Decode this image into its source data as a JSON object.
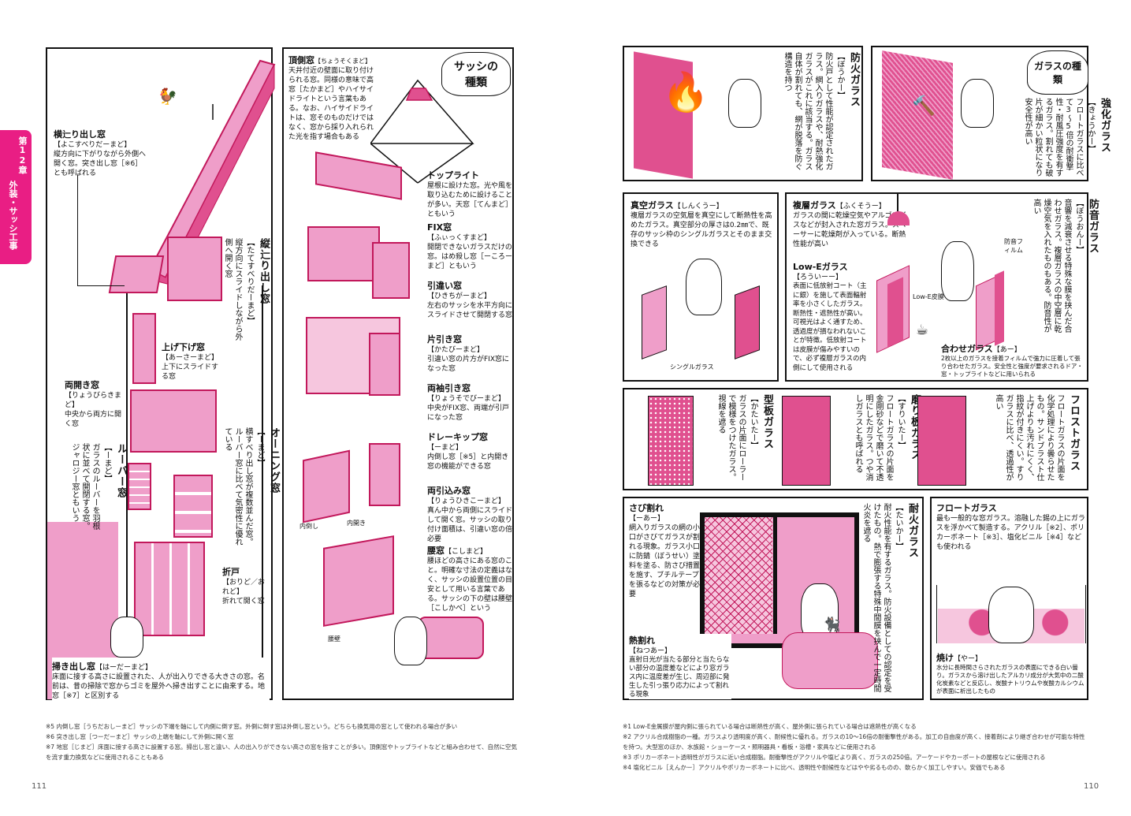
{
  "side_tab": {
    "chapter_no": "第12章",
    "chapter_title": "外装・サッシ工事"
  },
  "left_panel1": {
    "yokosuberi": {
      "title": "横辷り出し窓",
      "reading": "【よこすべりだーまど】",
      "desc": "縦方向に下がりながら外側へ開く窓。突き出し窓［※6］とも呼ばれる"
    },
    "tatesuberi": {
      "title": "縦辷り出し窓",
      "reading": "【たてすべりだーまど】",
      "desc": "縦方向にスライドしながら外側へ開く窓"
    },
    "agesage": {
      "title": "上げ下げ窓",
      "reading": "【あーさーまど】",
      "desc": "上下にスライドする窓"
    },
    "ryobiraki": {
      "title": "両開き窓",
      "reading": "【りょうびらきまど】",
      "desc": "中央から両方に開く窓"
    },
    "awning": {
      "title": "オーニング窓",
      "reading": "【ーまど】",
      "desc": "横すべり出し窓が複数並んだ窓。ルーバー窓に比べて気密性に優れている"
    },
    "louver": {
      "title": "ルーバー窓",
      "reading": "【ーまど】",
      "desc": "ガラスのルーバーを羽根状に並べて開閉する窓。ジャロジー窓ともいう"
    },
    "oredo": {
      "title": "折戸",
      "reading": "【おりど／おれど】",
      "desc": "折れて開く窓"
    },
    "hakidashi": {
      "title": "掃き出し窓",
      "reading": "【はーだーまど】",
      "desc": "床面に接する高さに設置された、人が出入りできる大きさの窓。名前は、昔の掃除で窓からゴミを屋外へ掃き出すことに由来する。地窓［※7］と区別する"
    }
  },
  "left_panel2": {
    "corner_label": "サッシの種類",
    "choso": {
      "title": "頂側窓",
      "reading": "【ちょうそくまど】",
      "desc": "天井付近の壁面に取り付けられる窓。同様の意味で高窓［たかまど］やハイサイドライトという言葉もある。なお、ハイサイドライトは、窓そのものだけではなく、窓から採り入れられた光を指す場合もある"
    },
    "toplight": {
      "title": "トップライト",
      "desc": "屋根に設けた窓。光や風を取り込むために設けることが多い。天窓［てんまど］ともいう"
    },
    "fix": {
      "title": "FIX窓",
      "reading": "【ふぃっくすまど】",
      "desc": "開閉できないガラスだけの窓。はめ殺し窓［ーころーまど］ともいう"
    },
    "hikichigai": {
      "title": "引違い窓",
      "reading": "【ひきちがーまど】",
      "desc": "左右のサッシを水平方向にスライドさせて開閉する窓"
    },
    "katabiki": {
      "title": "片引き窓",
      "reading": "【かたびーまど】",
      "desc": "引違い窓の片方がFIX窓になった窓"
    },
    "ryosodebiki": {
      "title": "両袖引き窓",
      "reading": "【りょうそでびーまど】",
      "desc": "中央がFIX窓、両端が引戸になった窓"
    },
    "drehkipp": {
      "title": "ドレーキップ窓",
      "reading": "【ーまど】",
      "desc": "内倒し窓［※5］と内開き窓の機能ができる窓"
    },
    "ryohikikomi": {
      "title": "両引込み窓",
      "reading": "【りょうひきこーまど】",
      "desc": "真ん中から両側にスライドして開く窓。サッシの取り付け面積は、引違い窓の倍必要"
    },
    "koshi": {
      "title": "腰窓",
      "reading": "【こしまど】",
      "desc": "腰ほどの高さにある窓のこと。明確な寸法の定義はなく、サッシの設置位置の目安として用いる言葉である。サッシの下の壁は腰壁［こしかべ］という"
    },
    "tag_uchidaoshi": "内倒し",
    "tag_uchibiraki": "内開き",
    "tag_koshikabe": "腰壁"
  },
  "right_top": {
    "corner_label": "ガラスの種類",
    "boka": {
      "title": "防火ガラス",
      "reading": "【ぼうかー】",
      "desc": "防火戸として性能が認定されたガラス。網入りガラスや、耐熱強化ガラスがこれに該当する。ガラス自体が割れても、網が脱落を防ぐ構造を持つ"
    },
    "kyoka": {
      "title": "強化ガラス",
      "reading": "【きょうかー】",
      "desc": "フロートガラスに比べて3〜5倍の耐衝撃性・耐風圧強度を有するガラス。割れても破片が細かい粒状になり安全性が高い"
    }
  },
  "right_mid": {
    "shinku": {
      "title": "真空ガラス",
      "reading": "【しんくうー】",
      "desc": "複層ガラスの空気層を真空にして断熱性を高めたガラス。真空部分の厚さは0.2㎜で、既存のサッシ枠のシングルガラスとそのまま交換できる",
      "tag": "シングルガラス"
    },
    "fukuso": {
      "title": "複層ガラス",
      "reading": "【ふくそうー】",
      "desc": "ガラスの間に乾燥空気やアルゴンガスなどが封入された窓ガラス。スペーサーに乾燥剤が入っている。断熱性能が高い"
    },
    "lowe": {
      "title": "Low-Eガラス",
      "reading": "【ろういーー】",
      "desc": "表面に低放射コート（主に銀）を施して表面輻射率を小さくしたガラス。断熱性・遮熱性が高い。可視光はよく通すため、透過度が損なわれないことが特徴。低放射コートは皮膜が傷みやすいので、必ず複層ガラスの内側にして使用される",
      "tag": "Low-E皮膜［※1］"
    },
    "awase": {
      "title": "合わせガラス",
      "reading": "【あー】",
      "desc": "2枚以上のガラスを接着フィルムで強力に圧着して張り合わせたガラス。安全性と強度が要求されるドア・窓・トップライトなどに用いられる"
    },
    "boon": {
      "title": "防音ガラス",
      "reading": "【ぼうおんー】",
      "desc": "音響を減衰させる特殊な膜を挟んだ合わせガラス。複層ガラスの中空層に乾燥空気を入れたものもある。防音性が高い",
      "tag": "防音フィルム"
    }
  },
  "right_row3": {
    "kata": {
      "title": "型板ガラス",
      "reading": "【かたいたー】",
      "desc": "ガラスの片面にローラーで模様をつけたガラス。視線を遮る"
    },
    "suri": {
      "title": "磨り板ガラス",
      "reading": "【すりいたー】",
      "desc": "フロートガラスの片面を金剛砂などで磨いて不透明にしたガラス。つや消しガラスとも呼ばれる"
    },
    "frost": {
      "title": "フロストガラス",
      "desc": "フロートガラスの片面を化学処理により曇らせたもの。サンドブラスト仕上げよりも汚れにくく、指紋が付きにくい。すりガラスに比べ、透過性が高い"
    }
  },
  "right_bottom": {
    "sabi": {
      "title": "さび割れ",
      "reading": "【ーあー】",
      "desc": "網入りガラスの網の小口がさびてガラスが割れる現象。ガラス小口に防錆（ぼうせい）塗料を塗る、防さび措置を施す、ブチルテープを張るなどの対策が必要"
    },
    "netsu": {
      "title": "熱割れ",
      "reading": "【ねつあー】",
      "desc": "直射日光が当たる部分と当たらない部分の温度差などにより窓ガラス内に温度差が生じ、周辺部に発生した引っ張り応力によって割れる現象"
    },
    "taika": {
      "title": "耐火ガラス",
      "reading": "【たいかー】",
      "desc": "耐火性能を有するガラス。防火設備としての認定を受けたもの。熱で膨張する特殊中間膜を挟んで一定時間火炎を遮る"
    },
    "float": {
      "title": "フロートガラス",
      "desc": "最も一般的な窓ガラス。溶融した錫の上にガラスを浮かべて製造する。アクリル［※2］、ポリカーボネート［※3］、塩化ビニル［※4］なども使われる"
    },
    "yake": {
      "title": "焼け",
      "reading": "【やー】",
      "desc": "水分に長時間さらされたガラスの表面にできる白い曇り。ガラスから溶け出したアルカリ成分が大気中の二酸化炭素などと反応し、炭酸ナトリウムや炭酸カルシウムが表面に析出したもの"
    }
  },
  "footnotes_left": [
    "※5 内倒し窓［うちだおしーまど］サッシの下端を軸にして内側に倒す窓。外側に倒す窓は外倒し窓という。どちらも換気用の窓として使われる場合が多い",
    "※6 突き出し窓［つーだーまど］サッシの上端を軸にして外側に開く窓",
    "※7 地窓［じまど］床面に接する高さに設置する窓。掃出し窓と違い、人の出入りができない高さの窓を指すことが多い。頂側窓やトップライトなどと組み合わせて、自然に空気を流す重力換気などに使用されることもある"
  ],
  "footnotes_right": [
    "※1 Low-E金属膜が屋内側に張られている場合は断熱性が高く、屋外側に張られている場合は遮熱性が高くなる",
    "※2 アクリル合成樹脂の一種。ガラスより透明度が高く、耐候性に優れる。ガラスの10〜16倍の耐衝撃性がある。加工の自由度が高く、接着剤により継ぎ合わせが可能な特性を持つ。大型窓のほか、水族館・ショーケース・照明器具・看板・浴槽・家具などに使用される",
    "※3 ポリカーボネート透明性がガラスに近い合成樹脂。耐衝撃性がアクリルや塩ビより高く、ガラスの250倍。アーケードやカーポートの屋根などに使用される",
    "※4 塩化ビニル［えんかー］アクリルやポリカーボネートに比べ、透明性や耐候性などはやや劣るものの、軟らかく加工しやすい。安価でもある"
  ],
  "page_numbers": {
    "left": "111",
    "right": "110"
  },
  "colors": {
    "accent": "#e0508f",
    "light_pink": "#ef9ec9",
    "tab": "#e91e84"
  }
}
